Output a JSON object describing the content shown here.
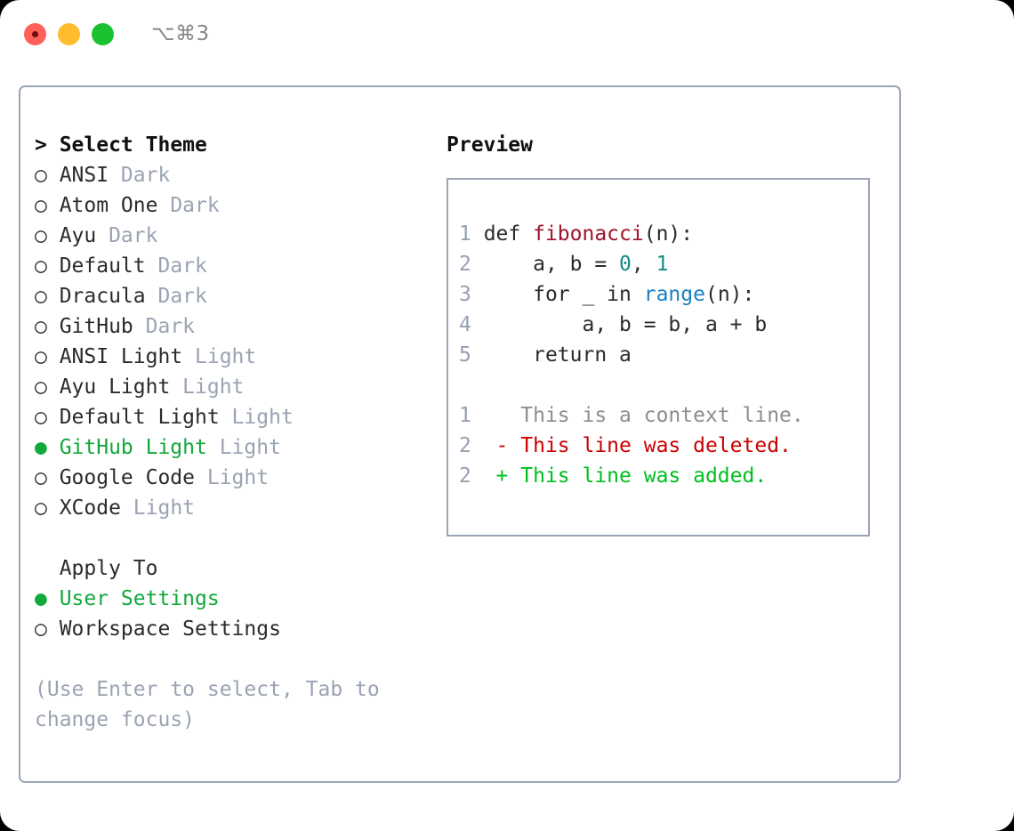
{
  "titlebar": {
    "shortcut": "⌥⌘3",
    "buttons": [
      {
        "name": "close",
        "color": "#ff6159"
      },
      {
        "name": "minimize",
        "color": "#ffbd2e"
      },
      {
        "name": "maximize",
        "color": "#1ac231"
      }
    ]
  },
  "theme_panel": {
    "header": "> Select Theme",
    "header_marker": "> ",
    "items": [
      {
        "marker": "○ ",
        "label": "ANSI",
        "suffix": " Dark",
        "selected": false
      },
      {
        "marker": "○ ",
        "label": "Atom One",
        "suffix": " Dark",
        "selected": false
      },
      {
        "marker": "○ ",
        "label": "Ayu",
        "suffix": " Dark",
        "selected": false
      },
      {
        "marker": "○ ",
        "label": "Default",
        "suffix": " Dark",
        "selected": false
      },
      {
        "marker": "○ ",
        "label": "Dracula",
        "suffix": " Dark",
        "selected": false
      },
      {
        "marker": "○ ",
        "label": "GitHub",
        "suffix": " Dark",
        "selected": false
      },
      {
        "marker": "○ ",
        "label": "ANSI Light",
        "suffix": " Light",
        "selected": false
      },
      {
        "marker": "○ ",
        "label": "Ayu Light",
        "suffix": " Light",
        "selected": false
      },
      {
        "marker": "○ ",
        "label": "Default Light",
        "suffix": " Light",
        "selected": false
      },
      {
        "marker": "● ",
        "label": "GitHub Light",
        "suffix": " Light",
        "selected": true
      },
      {
        "marker": "○ ",
        "label": "Google Code",
        "suffix": " Light",
        "selected": false
      },
      {
        "marker": "○ ",
        "label": "XCode",
        "suffix": " Light",
        "selected": false
      }
    ]
  },
  "apply_to": {
    "header": "  Apply To",
    "items": [
      {
        "marker": "● ",
        "label": "User Settings",
        "selected": true
      },
      {
        "marker": "○ ",
        "label": "Workspace Settings",
        "selected": false
      }
    ]
  },
  "hint": "(Use Enter to select, Tab to change focus)",
  "preview": {
    "title": "Preview",
    "code_lines": [
      {
        "num": "1",
        "tokens": [
          {
            "text": "def ",
            "type": "plain"
          },
          {
            "text": "fibonacci",
            "type": "fn"
          },
          {
            "text": "(n):",
            "type": "plain"
          }
        ]
      },
      {
        "num": "2",
        "tokens": [
          {
            "text": "    a, b = ",
            "type": "plain"
          },
          {
            "text": "0",
            "type": "num"
          },
          {
            "text": ", ",
            "type": "plain"
          },
          {
            "text": "1",
            "type": "num"
          }
        ]
      },
      {
        "num": "3",
        "tokens": [
          {
            "text": "    for _ in ",
            "type": "plain"
          },
          {
            "text": "range",
            "type": "call"
          },
          {
            "text": "(n):",
            "type": "plain"
          }
        ]
      },
      {
        "num": "4",
        "tokens": [
          {
            "text": "        a, b = b, a + b",
            "type": "plain"
          }
        ]
      },
      {
        "num": "5",
        "tokens": [
          {
            "text": "    return a",
            "type": "plain"
          }
        ]
      }
    ],
    "diff_lines": [
      {
        "num": "1",
        "sign": "  ",
        "text": "This is a context line.",
        "type": "context"
      },
      {
        "num": "2",
        "sign": "- ",
        "text": "This line was deleted.",
        "type": "deleted"
      },
      {
        "num": "2",
        "sign": "+ ",
        "text": "This line was added.",
        "type": "added"
      }
    ]
  },
  "colors": {
    "selected_green": "#11a83c",
    "muted": "#9aa3b3",
    "border": "#9aa5b5",
    "diff_deleted": "#cc0000",
    "diff_added": "#00bf1e",
    "syntax_function": "#a0122a",
    "syntax_number": "#128a87",
    "syntax_builtin": "#1a80c2",
    "gutter": "#96a0b0"
  }
}
